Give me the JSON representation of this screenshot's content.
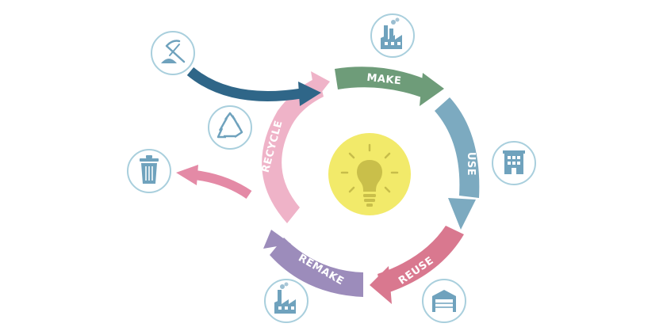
{
  "cycle": {
    "make": {
      "label": "MAKE",
      "color": "#6e9c79"
    },
    "use": {
      "label": "USE",
      "color": "#7caac0"
    },
    "reuse": {
      "label": "REUSE",
      "color": "#d9788f"
    },
    "remake": {
      "label": "REMAKE",
      "color": "#9c8cbb"
    },
    "recycle": {
      "label": "RECYCLE",
      "color": "#efb3c8"
    }
  },
  "center": {
    "icon": "lightbulb-icon",
    "color": "#f2ea6a"
  },
  "icons": {
    "raw_materials": "mining-pickaxe-icon",
    "recycle_symbol": "recycle-icon",
    "waste": "trash-bin-icon",
    "factory_make": "factory-icon",
    "building_use": "office-building-icon",
    "warehouse_reuse": "warehouse-icon",
    "factory_remake": "factory-icon",
    "icon_color": "#6fa2bd",
    "ring_color": "#a9cfdd"
  },
  "arrows": {
    "input_color": "#2f6688",
    "output_color": "#e48aa6"
  }
}
